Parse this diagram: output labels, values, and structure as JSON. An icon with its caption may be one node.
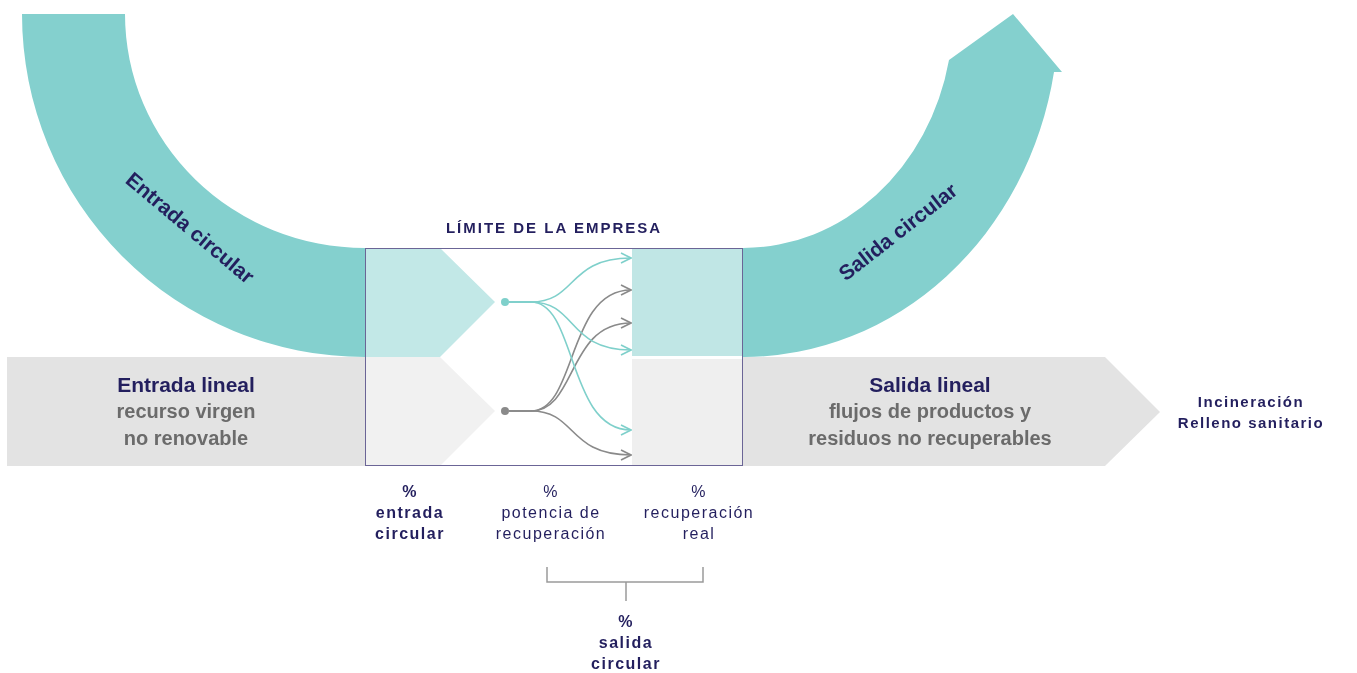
{
  "diagram": {
    "nodes": [
      {
        "text": [
          "Entrada circular"
        ]
      },
      {
        "text": [
          "Salida circular"
        ]
      },
      {
        "text": [
          "Entrada lineal",
          "recurso virgen no renovable"
        ]
      },
      {
        "text": [
          "Salida lineal",
          "flujos de productos y residuos no recuperables"
        ]
      },
      {
        "text": [
          "LÍMITE DE LA EMPRESA"
        ]
      },
      {
        "text": [],
        "shape": "circle",
        "in": 4
      },
      {
        "text": [],
        "shape": "circle",
        "in": 4
      },
      {
        "text": [],
        "shape": "box",
        "in": 4
      },
      {
        "text": [],
        "shape": "box",
        "in": 4
      }
    ],
    "edges": [
      {
        "from": 5,
        "to": 7,
        "arrow": "to",
        "color": "#7fd0cb"
      },
      {
        "from": 6,
        "to": 7,
        "arrow": "to",
        "color": "#8a8a8a"
      },
      {
        "from": 6,
        "to": 7,
        "arrow": "to",
        "color": "#8a8a8a"
      },
      {
        "from": 5,
        "to": 7,
        "arrow": "to",
        "color": "#7fd0cb"
      },
      {
        "from": 5,
        "to": 8,
        "arrow": "to",
        "color": "#7fd0cb"
      },
      {
        "from": 6,
        "to": 8,
        "arrow": "to",
        "color": "#8a8a8a"
      }
    ],
    "labels": [
      "% entrada circular",
      "% potencia de recuperación",
      "% recuperación real",
      "% salida circular",
      "Incineración Relleno sanitario"
    ]
  }
}
